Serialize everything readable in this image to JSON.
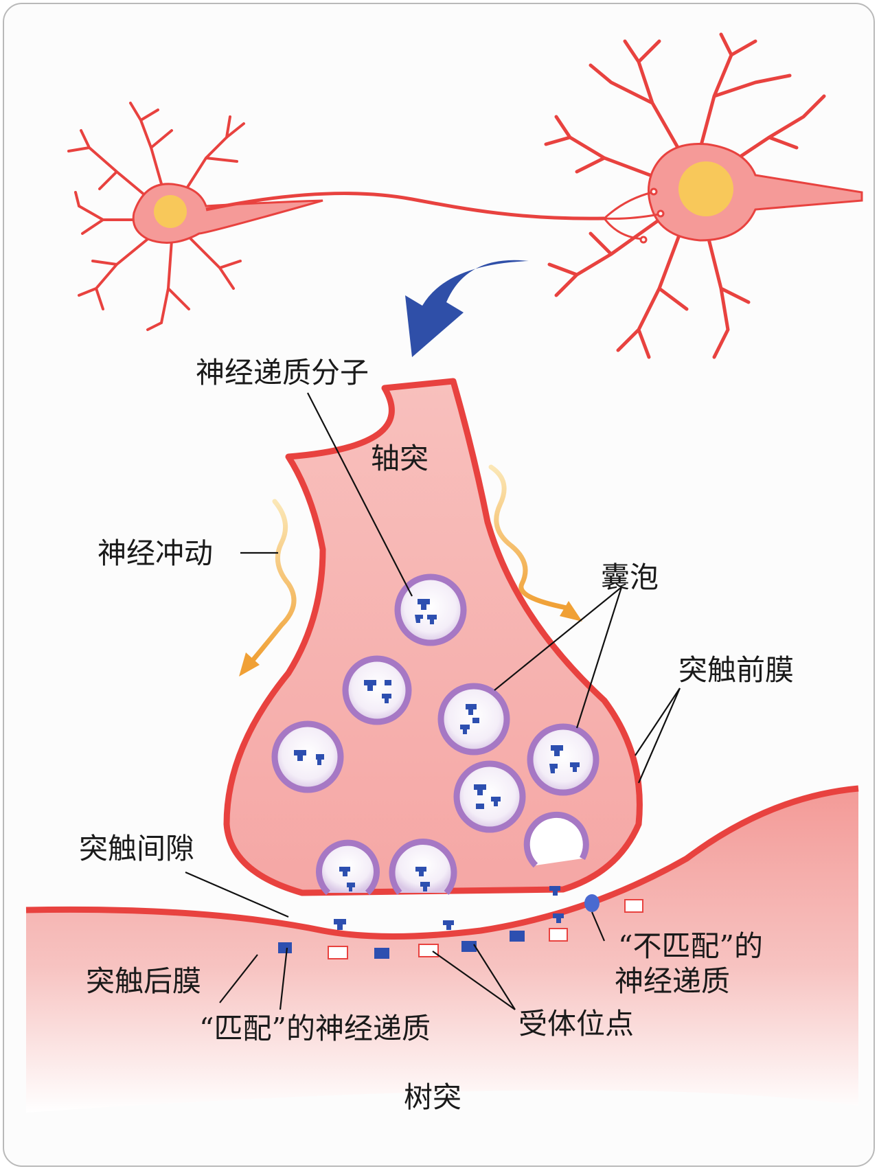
{
  "diagram": {
    "labels": {
      "neurotransmitter_molecule": "神经递质分子",
      "axon": "轴突",
      "nerve_impulse": "神经冲动",
      "vesicle": "囊泡",
      "presynaptic_membrane": "突触前膜",
      "synaptic_cleft": "突触间隙",
      "postsynaptic_membrane": "突触后膜",
      "matched_transmitter": "“匹配”的神经递质",
      "receptor_site": "受体位点",
      "mismatched_line1": "“不匹配”的",
      "mismatched_line2": "神经递质",
      "dendrite": "树突"
    },
    "colors": {
      "neuron_red": "#e8423f",
      "neuron_pink": "#f59a98",
      "nucleus_yellow": "#f8c85a",
      "terminal_fill": "#f7b2b0",
      "vesicle_rim": "#a678c4",
      "transmitter_blue": "#2d4fb0",
      "arrow_blue": "#2f4fa8",
      "impulse_orange": "#f2a23a"
    }
  }
}
